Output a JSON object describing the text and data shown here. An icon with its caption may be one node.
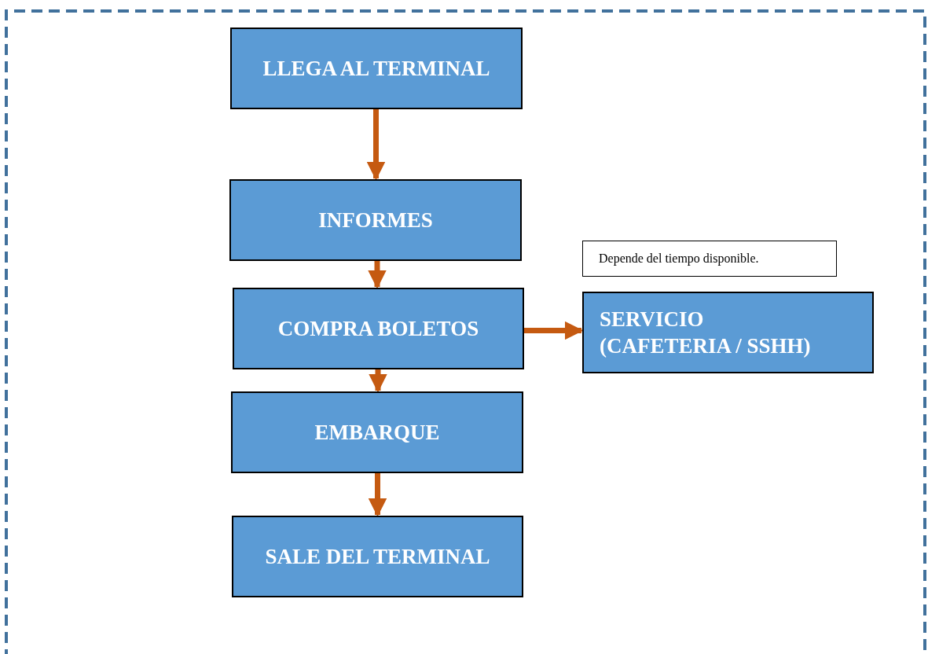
{
  "diagram": {
    "nodes": [
      {
        "text": [
          "LLEGA AL TERMINAL"
        ]
      },
      {
        "text": [
          "INFORMES"
        ]
      },
      {
        "text": [
          "COMPRA BOLETOS"
        ]
      },
      {
        "text": [
          "EMBARQUE"
        ]
      },
      {
        "text": [
          "SALE DEL TERMINAL"
        ]
      },
      {
        "text": [
          "Depende del tiempo disponible."
        ]
      },
      {
        "text": [
          "SERVICIO (CAFETERIA / SSHH)"
        ]
      }
    ],
    "edges": [
      {
        "from": 0,
        "to": 1,
        "arrow": "to"
      },
      {
        "from": 1,
        "to": 2,
        "arrow": "to"
      },
      {
        "from": 2,
        "to": 3,
        "arrow": "to"
      },
      {
        "from": 3,
        "to": 4,
        "arrow": "to"
      },
      {
        "from": 2,
        "to": 6,
        "arrow": "to"
      }
    ]
  }
}
